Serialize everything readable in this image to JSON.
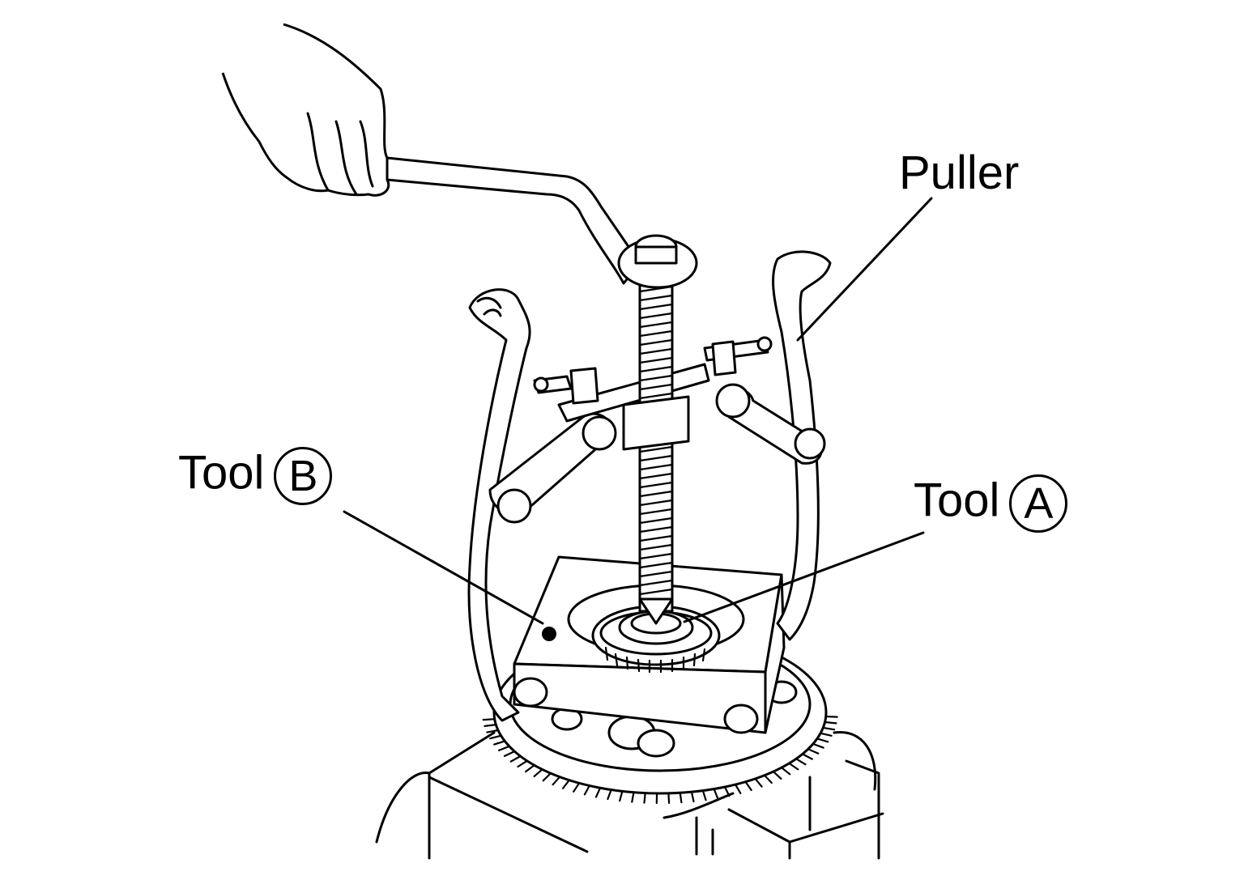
{
  "labels": {
    "puller": "Puller",
    "tool_b": "Tool",
    "tool_b_mark": "B",
    "tool_a": "Tool",
    "tool_a_mark": "A"
  }
}
